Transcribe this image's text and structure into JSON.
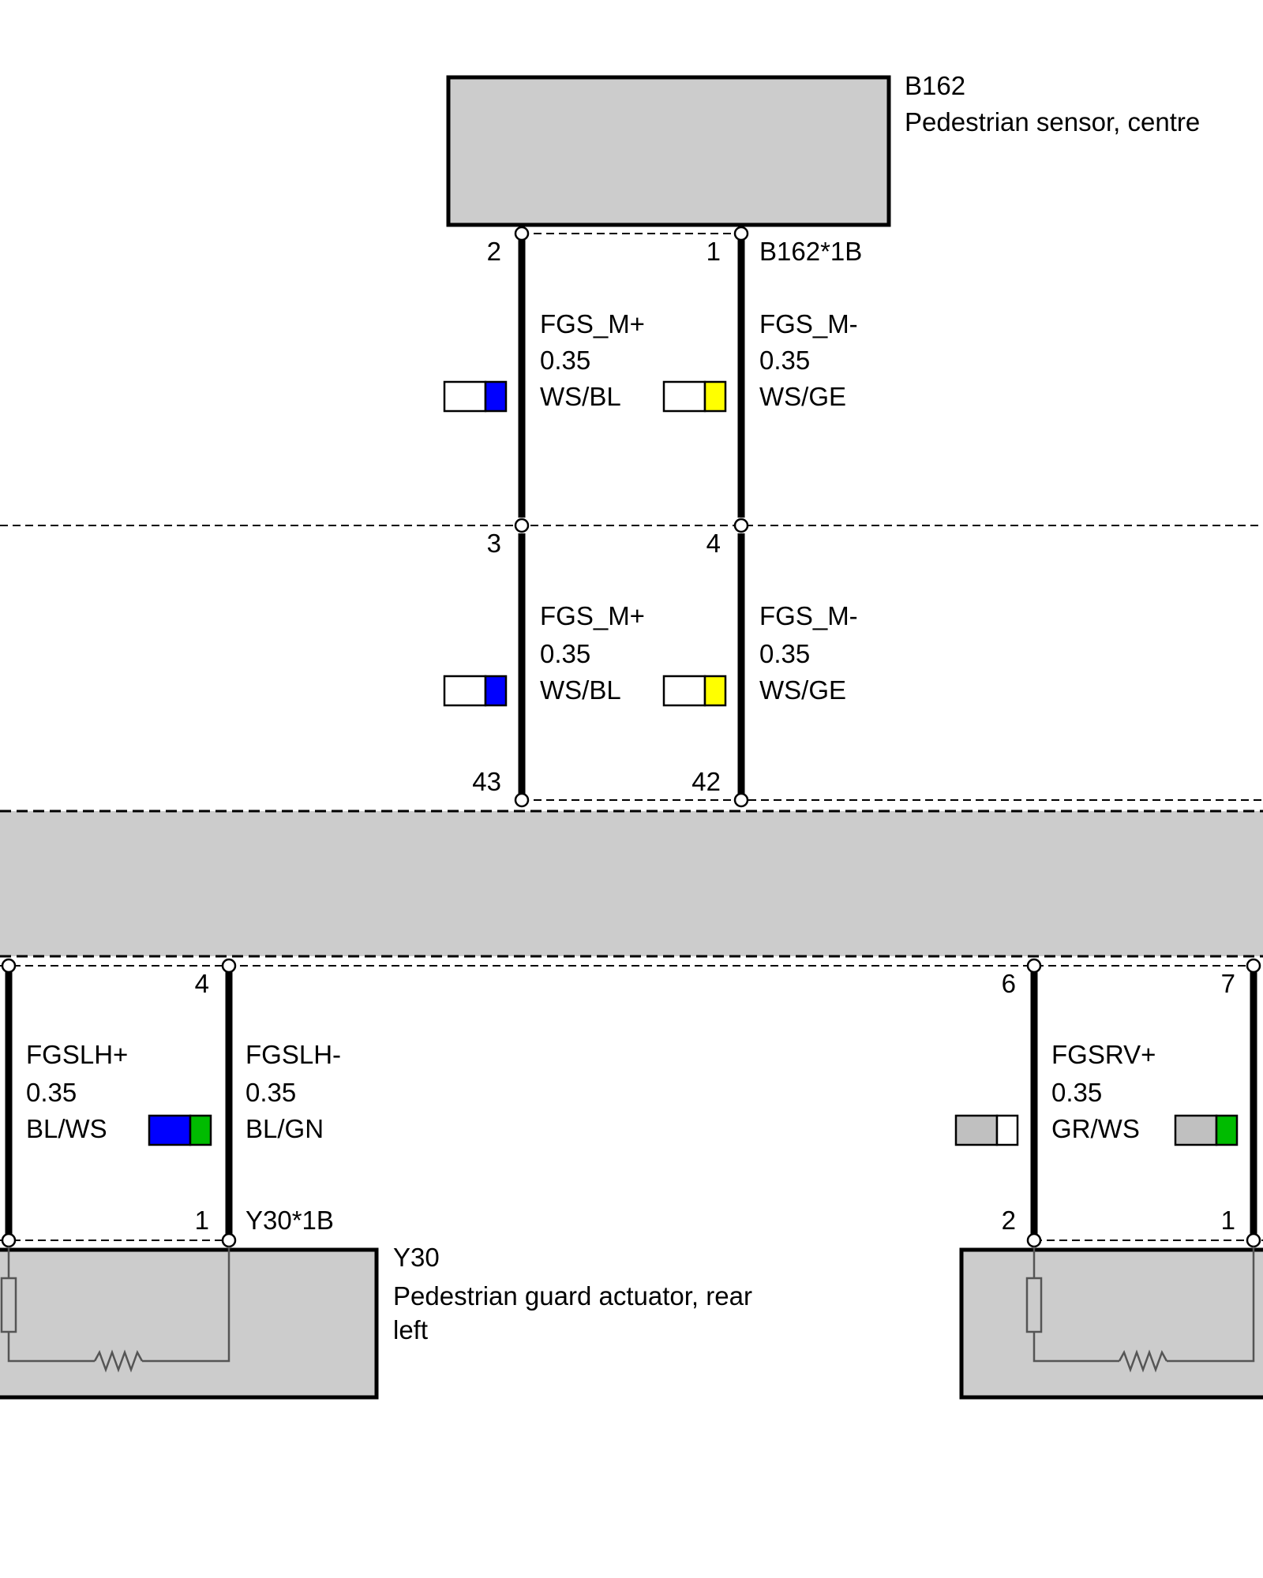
{
  "colors": {
    "WS": "#ffffff",
    "BL": "#0000ff",
    "GE": "#ffff00",
    "GN": "#00bb00",
    "GR": "#c0c0c0",
    "component_fill": "#cccccc"
  },
  "components": {
    "b162": {
      "id": "B162",
      "desc": "Pedestrian sensor, centre",
      "connector": "B162*1B"
    },
    "y30": {
      "id": "Y30",
      "desc_line1": "Pedestrian guard actuator, rear",
      "desc_line2": "left",
      "connector": "Y30*1B"
    }
  },
  "pins": {
    "b162_left": "2",
    "b162_right": "1",
    "mid_left": "3",
    "mid_right": "4",
    "ctrl_top_left": "43",
    "ctrl_top_right": "42",
    "ctrl_bot_4": "4",
    "ctrl_bot_6": "6",
    "ctrl_bot_7": "7",
    "y30_1": "1",
    "right_act_2": "2",
    "right_act_1": "1"
  },
  "wires": {
    "top_left": {
      "name": "FGS_M+",
      "size": "0.35",
      "color": "WS/BL"
    },
    "top_right": {
      "name": "FGS_M-",
      "size": "0.35",
      "color": "WS/GE"
    },
    "mid_left": {
      "name": "FGS_M+",
      "size": "0.35",
      "color": "WS/BL"
    },
    "mid_right": {
      "name": "FGS_M-",
      "size": "0.35",
      "color": "WS/GE"
    },
    "bot_left_a": {
      "name": "FGSLH+",
      "size": "0.35",
      "color": "BL/WS"
    },
    "bot_left_b": {
      "name": "FGSLH-",
      "size": "0.35",
      "color": "BL/GN"
    },
    "bot_right_a": {
      "name": "FGSRV+",
      "size": "0.35",
      "color": "GR/WS"
    }
  },
  "swatches": [
    {
      "name": "WS/BL",
      "left": "WS",
      "right": "BL"
    },
    {
      "name": "WS/GE",
      "left": "WS",
      "right": "GE"
    },
    {
      "name": "WS/BL",
      "left": "WS",
      "right": "BL"
    },
    {
      "name": "WS/GE",
      "left": "WS",
      "right": "GE"
    },
    {
      "name": "BL/GN",
      "left": "BL",
      "right": "GN"
    },
    {
      "name": "GR/WS",
      "left": "GR",
      "right": "WS"
    },
    {
      "name": "GR/GN",
      "left": "GR",
      "right": "GN"
    }
  ]
}
